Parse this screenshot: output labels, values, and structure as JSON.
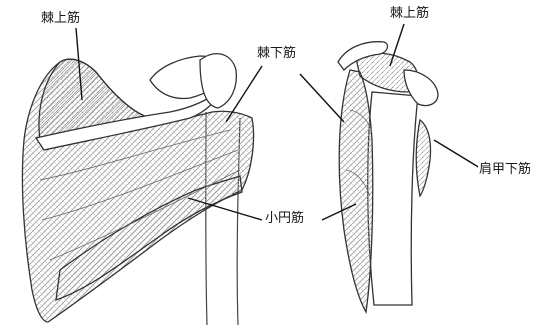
{
  "labels": {
    "supraspinatus_left": "棘上筋",
    "infraspinatus": "棘下筋",
    "supraspinatus_right": "棘上筋",
    "subscapularis": "肩甲下筋",
    "teres_minor": "小円筋"
  },
  "colors": {
    "line": "#333333",
    "hatch": "#9a9a9a",
    "paper": "#ffffff"
  }
}
